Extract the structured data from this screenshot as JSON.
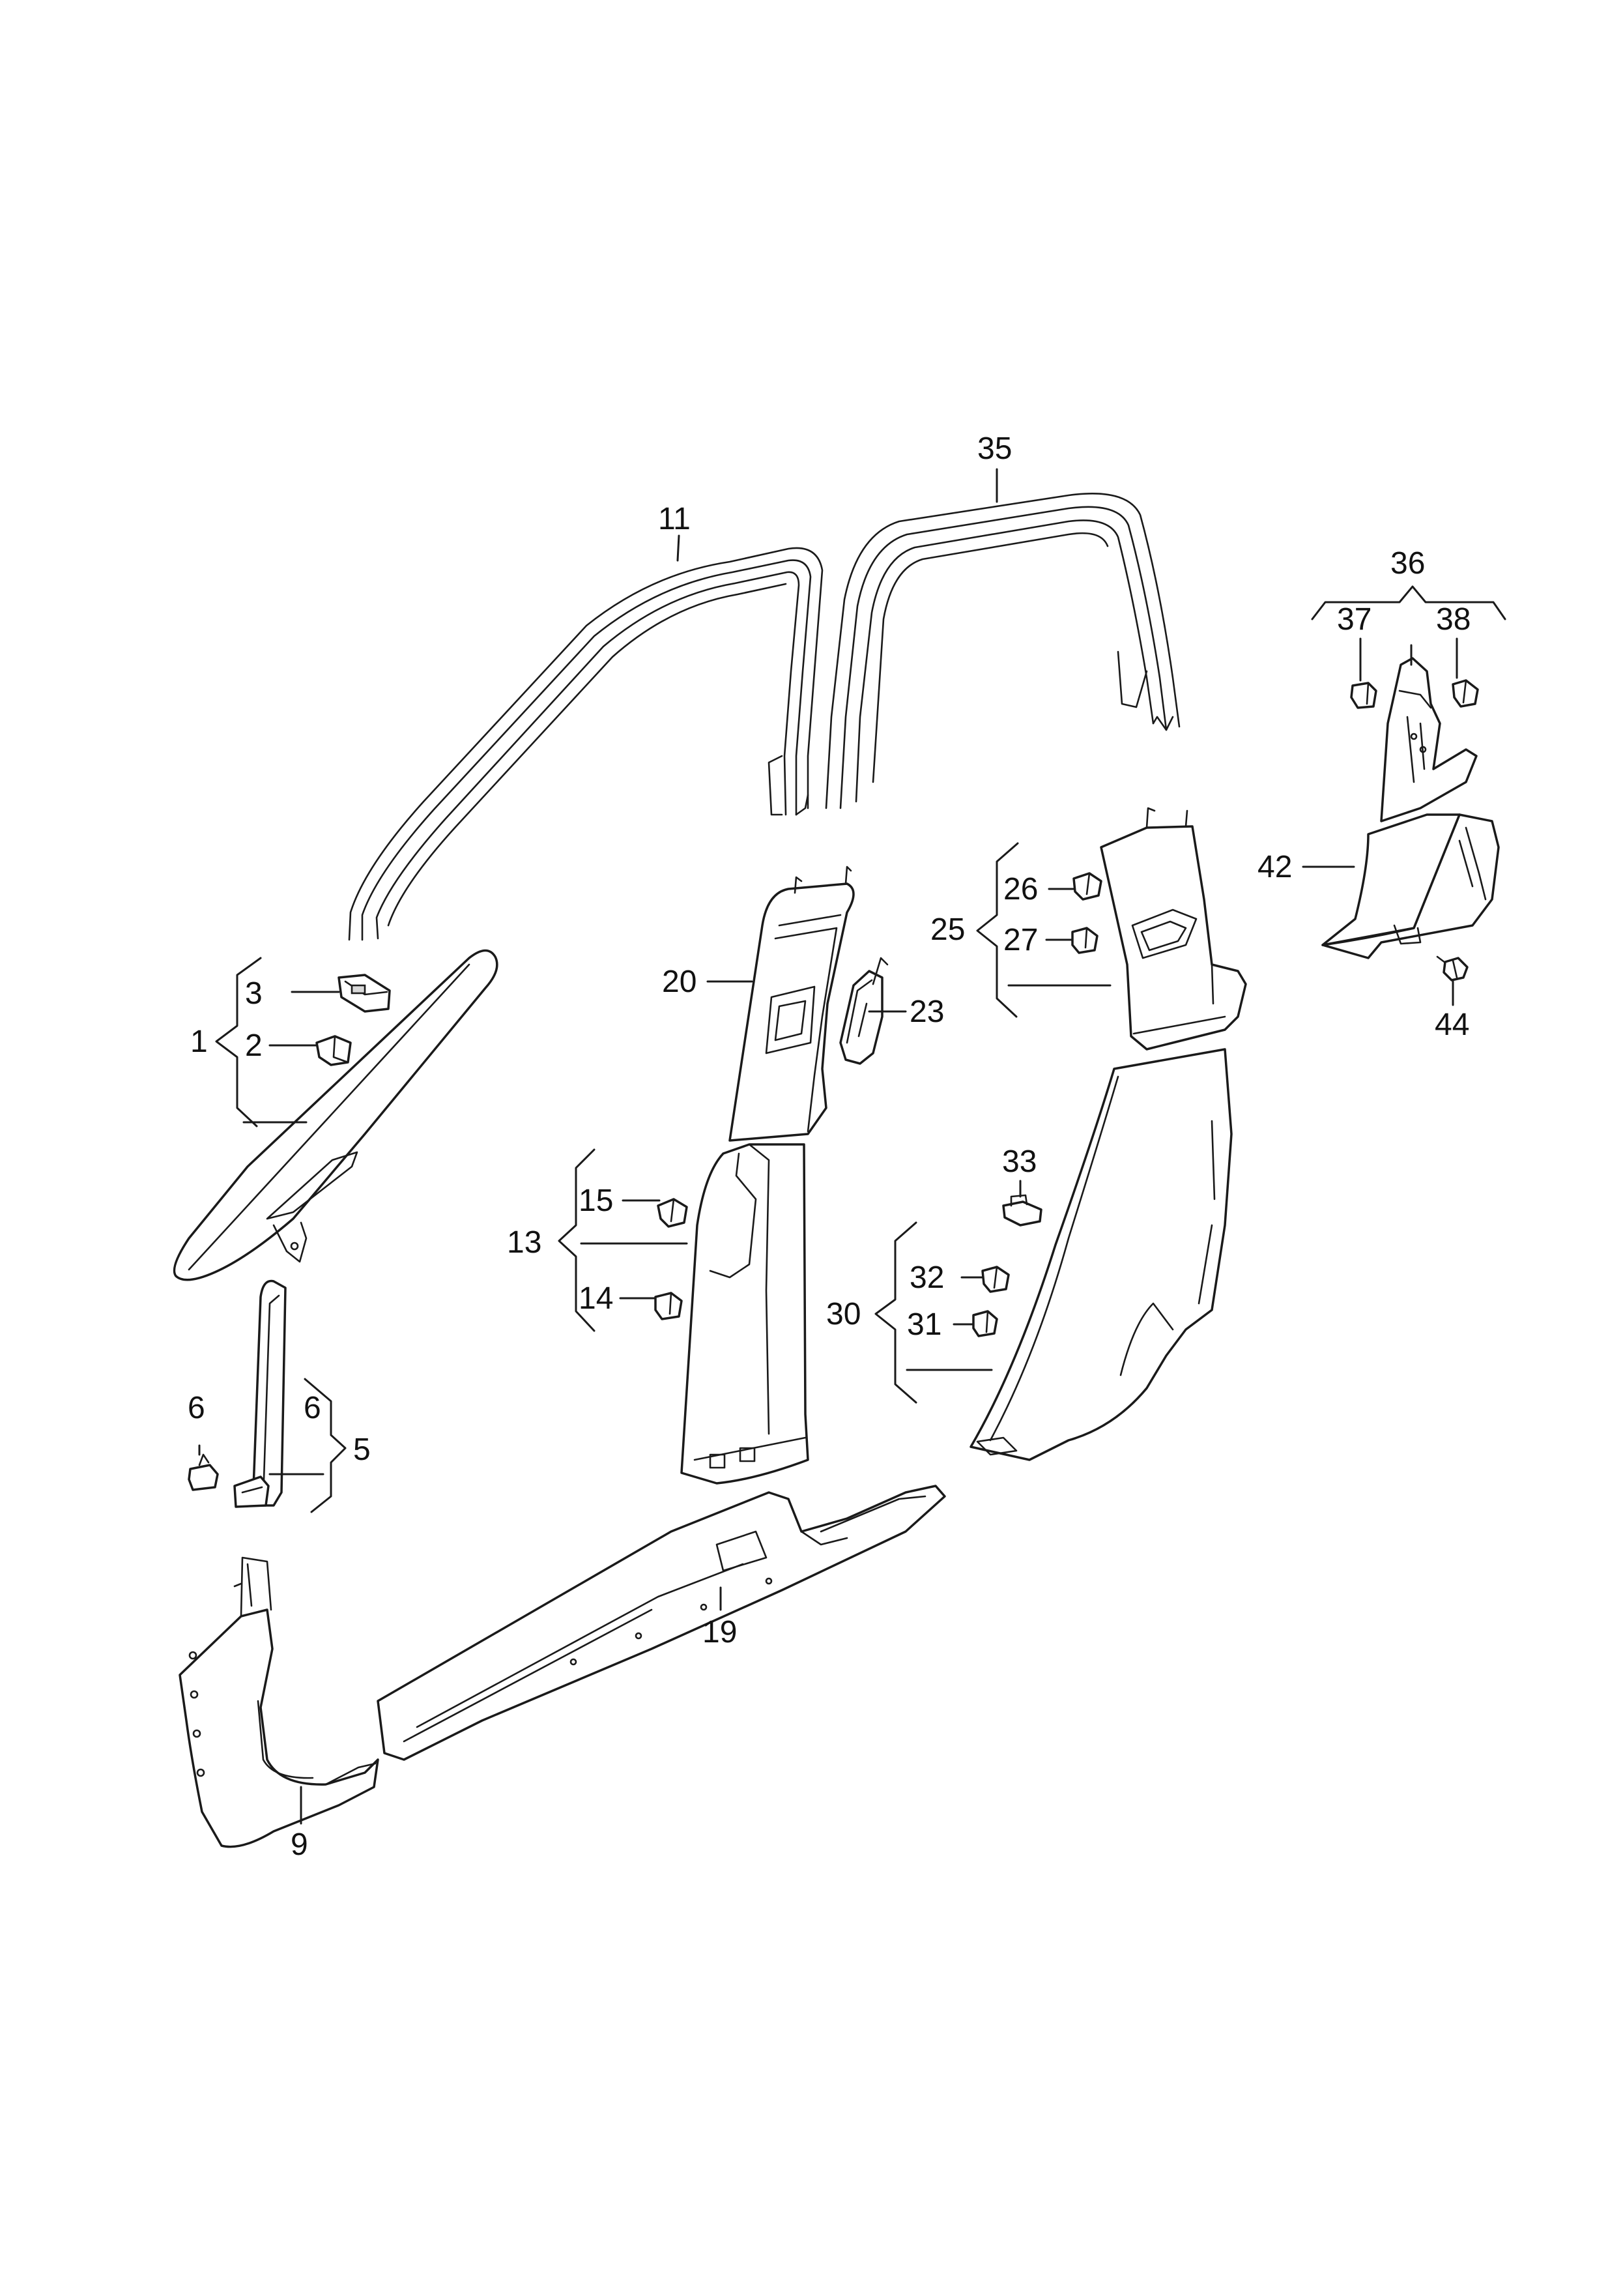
{
  "callouts": {
    "c1": "1",
    "c2": "2",
    "c3": "3",
    "c5": "5",
    "c6a": "6",
    "c6b": "6",
    "c9": "9",
    "c11": "11",
    "c13": "13",
    "c14": "14",
    "c15": "15",
    "c19": "19",
    "c20": "20",
    "c23": "23",
    "c25": "25",
    "c26": "26",
    "c27": "27",
    "c30": "30",
    "c31": "31",
    "c32": "32",
    "c33": "33",
    "c35": "35",
    "c36": "36",
    "c37": "37",
    "c38": "38",
    "c42": "42",
    "c44": "44"
  },
  "colors": {
    "line": "#1a1a1a",
    "background": "#ffffff"
  }
}
